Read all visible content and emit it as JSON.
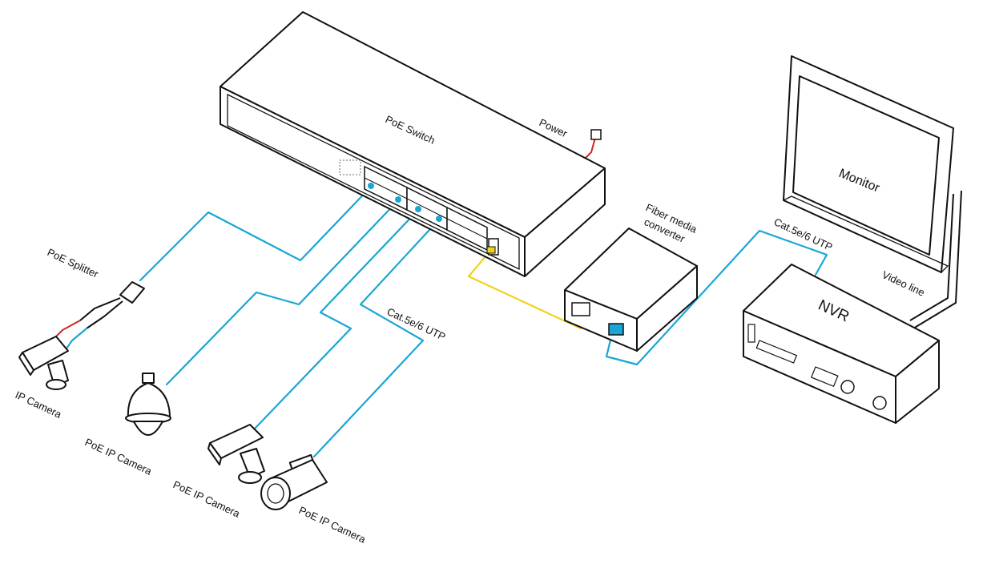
{
  "labels": {
    "poe_switch": "PoE  Switch",
    "power": "Power",
    "fiber_media_converter_line1": "Fiber media",
    "fiber_media_converter_line2": "converter",
    "monitor": "Monitor",
    "nvr": "NVR",
    "video_line": "Video line",
    "cable_uplink": "Cat.5e/6 UTP",
    "cable_cameras": "Cat.5e/6 UTP",
    "poe_splitter": "PoE Splitter",
    "ip_camera": "IP Camera",
    "poe_ip_camera_dome": "PoE IP Camera",
    "poe_ip_camera_box": "PoE IP Camera",
    "poe_ip_camera_bullet": "PoE IP Camera"
  },
  "colors": {
    "ethernet_cable": "#19a6d6",
    "fiber_cable": "#f0d21a",
    "power_cable": "#d42323",
    "outline": "#111111"
  }
}
